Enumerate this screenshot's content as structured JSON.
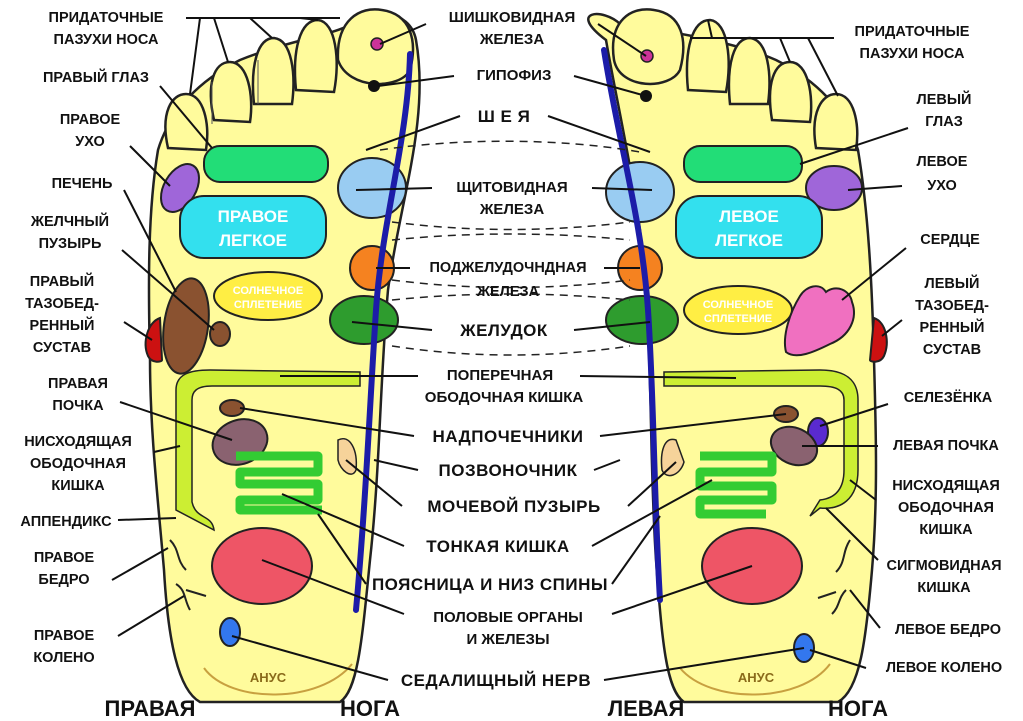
{
  "center": {
    "pineal": [
      "ШИШКОВИДНАЯ",
      "ЖЕЛЕЗА"
    ],
    "pituitary": "ГИПОФИЗ",
    "neck": "Ш Е Я",
    "thyroid": [
      "ЩИТОВИДНАЯ",
      "ЖЕЛЕЗА"
    ],
    "pancreas": [
      "ПОДЖЕЛУДОЧНДНАЯ",
      "ЖЕЛЕЗА"
    ],
    "stomach": "ЖЕЛУДОК",
    "transverse_colon": [
      "ПОПЕРЕЧНАЯ",
      "ОБОДОЧНАЯ  КИШКА"
    ],
    "adrenals": "НАДПОЧЕЧНИКИ",
    "spine": "ПОЗВОНОЧНИК",
    "bladder": "МОЧЕВОЙ  ПУЗЫРЬ",
    "small_intestine": "ТОНКАЯ  КИШКА",
    "lower_back": "ПОЯСНИЦА И НИЗ СПИНЫ",
    "genitals": [
      "ПОЛОВЫЕ  ОРГАНЫ",
      "И  ЖЕЛЕЗЫ"
    ],
    "sciatic": "СЕДАЛИЩНЫЙ  НЕРВ"
  },
  "left_labels": {
    "sinuses": [
      "ПРИДАТОЧНЫЕ",
      "ПАЗУХИ  НОСА"
    ],
    "right_eye": "ПРАВЫЙ  ГЛАЗ",
    "right_ear": [
      "ПРАВОЕ",
      "УХО"
    ],
    "liver": "ПЕЧЕНЬ",
    "gallbladder": [
      "ЖЕЛЧНЫЙ",
      "ПУЗЫРЬ"
    ],
    "right_hip": [
      "ПРАВЫЙ",
      "ТАЗОБЕД-",
      "РЕННЫЙ",
      "СУСТАВ"
    ],
    "right_kidney": [
      "ПРАВАЯ",
      "ПОЧКА"
    ],
    "descending_colon": [
      "НИСХОДЯЩАЯ",
      "ОБОДОЧНАЯ",
      "КИШКА"
    ],
    "appendix": "АППЕНДИКС",
    "right_thigh": [
      "ПРАВОЕ",
      "БЕДРО"
    ],
    "right_knee": [
      "ПРАВОЕ",
      "КОЛЕНО"
    ]
  },
  "right_labels": {
    "sinuses": [
      "ПРИДАТОЧНЫЕ",
      "ПАЗУХИ  НОСА"
    ],
    "left_eye": [
      "ЛЕВЫЙ",
      "ГЛАЗ"
    ],
    "left_ear": [
      "ЛЕВОЕ",
      "УХО"
    ],
    "heart": "СЕРДЦЕ",
    "left_hip": [
      "ЛЕВЫЙ",
      "ТАЗОБЕД-",
      "РЕННЫЙ",
      "СУСТАВ"
    ],
    "spleen": "СЕЛЕЗЁНКА",
    "left_kidney": "ЛЕВАЯ ПОЧКА",
    "descending_colon": [
      "НИСХОДЯЩАЯ",
      "ОБОДОЧНАЯ",
      "КИШКА"
    ],
    "sigmoid": [
      "СИГМОВИДНАЯ",
      "КИШКА"
    ],
    "left_thigh": "ЛЕВОЕ  БЕДРО",
    "left_knee": "ЛЕВОЕ КОЛЕНО"
  },
  "zones": {
    "right_lung": [
      "ПРАВОЕ",
      "ЛЕГКОЕ"
    ],
    "left_lung": [
      "ЛЕВОЕ",
      "ЛЕГКОЕ"
    ],
    "solar_plexus": [
      "СОЛНЕЧНОЕ",
      "СПЛЕТЕНИЕ"
    ],
    "anus": "АНУС"
  },
  "bottom": {
    "right_foot": [
      "ПРАВАЯ",
      "НОГА"
    ],
    "left_foot": [
      "ЛЕВАЯ",
      "НОГА"
    ]
  },
  "colors": {
    "foot_fill": "#fffb9c",
    "lung": "#33e0ee",
    "eye_zone": "#22dd77",
    "ear": "#9f66d9",
    "thyroid": "#99ccf2",
    "pancreas": "#f58220",
    "stomach": "#2e9c2e",
    "solar_plexus": "#ffee44",
    "liver": "#8a5230",
    "hip": "#cc1111",
    "kidney": "#8a6270",
    "colon": "#ccee33",
    "small_intestine": "#33cc33",
    "genitals": "#ee5566",
    "knee": "#3377ee",
    "spine": "#1c1ca8",
    "heart": "#f070c0",
    "spleen": "#5a2ad0"
  }
}
